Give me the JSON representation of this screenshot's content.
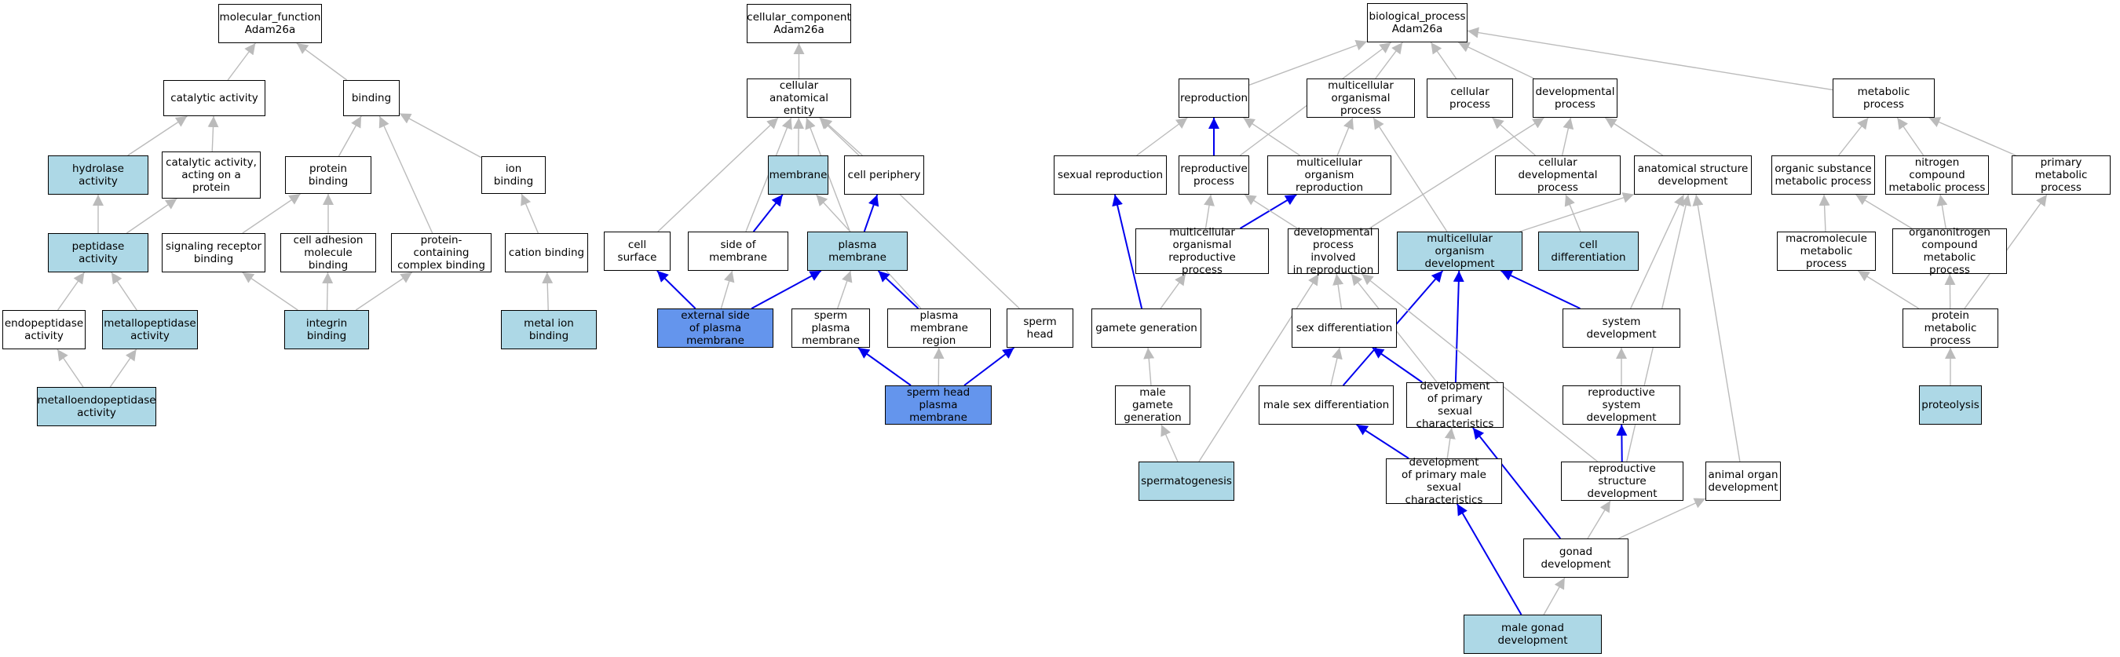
{
  "colors": {
    "grey_edge": "#bbbbbb",
    "blue_edge": "#0000ee",
    "annotated_fill": "#add8e6",
    "highlight_fill": "#6495ed",
    "plain_fill": "#ffffff"
  },
  "nodes": {
    "mf_root": {
      "label": "molecular_function\nAdam26a",
      "fill": "plain"
    },
    "catalytic": {
      "label": "catalytic activity",
      "fill": "plain"
    },
    "binding": {
      "label": "binding",
      "fill": "plain"
    },
    "hydrolase": {
      "label": "hydrolase activity",
      "fill": "light"
    },
    "cat_protein": {
      "label": "catalytic activity,\nacting on a\nprotein",
      "fill": "plain"
    },
    "protein_binding": {
      "label": "protein binding",
      "fill": "plain"
    },
    "ion_binding": {
      "label": "ion binding",
      "fill": "plain"
    },
    "peptidase": {
      "label": "peptidase activity",
      "fill": "light"
    },
    "signaling": {
      "label": "signaling receptor\nbinding",
      "fill": "plain"
    },
    "cell_adhesion": {
      "label": "cell adhesion\nmolecule binding",
      "fill": "plain"
    },
    "complex_binding": {
      "label": "protein-containing\ncomplex binding",
      "fill": "plain"
    },
    "cation_binding": {
      "label": "cation binding",
      "fill": "plain"
    },
    "endopeptidase": {
      "label": "endopeptidase\nactivity",
      "fill": "plain"
    },
    "metallopeptidase": {
      "label": "metallopeptidase\nactivity",
      "fill": "light"
    },
    "integrin": {
      "label": "integrin binding",
      "fill": "light"
    },
    "metal_ion": {
      "label": "metal ion binding",
      "fill": "light"
    },
    "metalloendo": {
      "label": "metalloendopeptidase\nactivity",
      "fill": "light"
    },
    "cc_root": {
      "label": "cellular_component\nAdam26a",
      "fill": "plain"
    },
    "cae": {
      "label": "cellular anatomical\nentity",
      "fill": "plain"
    },
    "membrane": {
      "label": "membrane",
      "fill": "light"
    },
    "cell_periphery": {
      "label": "cell periphery",
      "fill": "plain"
    },
    "cell_surface": {
      "label": "cell surface",
      "fill": "plain"
    },
    "side_membrane": {
      "label": "side of membrane",
      "fill": "plain"
    },
    "plasma_membrane": {
      "label": "plasma membrane",
      "fill": "light"
    },
    "external_side": {
      "label": "external side\nof plasma membrane",
      "fill": "dark"
    },
    "sperm_pm": {
      "label": "sperm plasma\nmembrane",
      "fill": "plain"
    },
    "pm_region": {
      "label": "plasma membrane\nregion",
      "fill": "plain"
    },
    "sperm_head": {
      "label": "sperm head",
      "fill": "plain"
    },
    "sperm_head_pm": {
      "label": "sperm head plasma\nmembrane",
      "fill": "dark"
    },
    "bp_root": {
      "label": "biological_process\nAdam26a",
      "fill": "plain"
    },
    "reproduction": {
      "label": "reproduction",
      "fill": "plain"
    },
    "multi_proc": {
      "label": "multicellular\norganismal process",
      "fill": "plain"
    },
    "cellular_proc": {
      "label": "cellular process",
      "fill": "plain"
    },
    "dev_proc": {
      "label": "developmental\nprocess",
      "fill": "plain"
    },
    "metabolic": {
      "label": "metabolic process",
      "fill": "plain"
    },
    "sexual_repro": {
      "label": "sexual reproduction",
      "fill": "plain"
    },
    "repro_proc": {
      "label": "reproductive\nprocess",
      "fill": "plain"
    },
    "multi_repro": {
      "label": "multicellular\norganism reproduction",
      "fill": "plain"
    },
    "cell_dev_proc": {
      "label": "cellular developmental\nprocess",
      "fill": "plain"
    },
    "anat_struct": {
      "label": "anatomical structure\ndevelopment",
      "fill": "plain"
    },
    "org_sub": {
      "label": "organic substance\nmetabolic process",
      "fill": "plain"
    },
    "nitrogen": {
      "label": "nitrogen compound\nmetabolic process",
      "fill": "plain"
    },
    "primary_met": {
      "label": "primary metabolic\nprocess",
      "fill": "plain"
    },
    "multi_repro_proc": {
      "label": "multicellular\norganismal reproductive\nprocess",
      "fill": "plain"
    },
    "dev_in_repro": {
      "label": "developmental\nprocess involved\nin reproduction",
      "fill": "plain"
    },
    "multi_org_dev": {
      "label": "multicellular\norganism development",
      "fill": "light"
    },
    "cell_diff": {
      "label": "cell differentiation",
      "fill": "light"
    },
    "macromolecule": {
      "label": "macromolecule\nmetabolic process",
      "fill": "plain"
    },
    "organonitrogen": {
      "label": "organonitrogen\ncompound metabolic\nprocess",
      "fill": "plain"
    },
    "gamete_gen": {
      "label": "gamete generation",
      "fill": "plain"
    },
    "sex_diff": {
      "label": "sex differentiation",
      "fill": "plain"
    },
    "system_dev": {
      "label": "system development",
      "fill": "plain"
    },
    "protein_met": {
      "label": "protein metabolic\nprocess",
      "fill": "plain"
    },
    "male_gamete": {
      "label": "male gamete\ngeneration",
      "fill": "plain"
    },
    "male_sex_diff": {
      "label": "male sex differentiation",
      "fill": "plain"
    },
    "dev_primary_sex": {
      "label": "development\nof primary sexual\ncharacteristics",
      "fill": "plain"
    },
    "repro_sys_dev": {
      "label": "reproductive\nsystem development",
      "fill": "plain"
    },
    "proteolysis": {
      "label": "proteolysis",
      "fill": "light"
    },
    "spermatogenesis": {
      "label": "spermatogenesis",
      "fill": "light"
    },
    "dev_primary_male": {
      "label": "development\nof primary male\nsexual characteristics",
      "fill": "plain"
    },
    "repro_struct_dev": {
      "label": "reproductive\nstructure development",
      "fill": "plain"
    },
    "animal_organ": {
      "label": "animal organ\ndevelopment",
      "fill": "plain"
    },
    "gonad_dev": {
      "label": "gonad development",
      "fill": "plain"
    },
    "male_gonad_dev": {
      "label": "male gonad development",
      "fill": "light"
    }
  },
  "edges": [
    [
      "catalytic",
      "mf_root",
      "grey"
    ],
    [
      "binding",
      "mf_root",
      "grey"
    ],
    [
      "hydrolase",
      "catalytic",
      "grey"
    ],
    [
      "cat_protein",
      "catalytic",
      "grey"
    ],
    [
      "protein_binding",
      "binding",
      "grey"
    ],
    [
      "ion_binding",
      "binding",
      "grey"
    ],
    [
      "complex_binding",
      "binding",
      "grey"
    ],
    [
      "peptidase",
      "hydrolase",
      "grey"
    ],
    [
      "peptidase",
      "cat_protein",
      "grey"
    ],
    [
      "signaling",
      "protein_binding",
      "grey"
    ],
    [
      "cell_adhesion",
      "protein_binding",
      "grey"
    ],
    [
      "cation_binding",
      "ion_binding",
      "grey"
    ],
    [
      "endopeptidase",
      "peptidase",
      "grey"
    ],
    [
      "metallopeptidase",
      "peptidase",
      "grey"
    ],
    [
      "integrin",
      "signaling",
      "grey"
    ],
    [
      "integrin",
      "cell_adhesion",
      "grey"
    ],
    [
      "integrin",
      "complex_binding",
      "grey"
    ],
    [
      "metal_ion",
      "cation_binding",
      "grey"
    ],
    [
      "metalloendo",
      "endopeptidase",
      "grey"
    ],
    [
      "metalloendo",
      "metallopeptidase",
      "grey"
    ],
    [
      "cae",
      "cc_root",
      "grey"
    ],
    [
      "membrane",
      "cae",
      "grey"
    ],
    [
      "cell_periphery",
      "cae",
      "grey"
    ],
    [
      "cell_surface",
      "cae",
      "grey"
    ],
    [
      "side_membrane",
      "cae",
      "grey"
    ],
    [
      "plasma_membrane",
      "cae",
      "grey"
    ],
    [
      "sperm_head",
      "cae",
      "grey"
    ],
    [
      "side_membrane",
      "membrane",
      "blue"
    ],
    [
      "plasma_membrane",
      "cell_periphery",
      "blue"
    ],
    [
      "pm_region",
      "membrane",
      "grey"
    ],
    [
      "external_side",
      "cell_surface",
      "blue"
    ],
    [
      "external_side",
      "side_membrane",
      "grey"
    ],
    [
      "external_side",
      "plasma_membrane",
      "blue"
    ],
    [
      "sperm_pm",
      "plasma_membrane",
      "grey"
    ],
    [
      "pm_region",
      "plasma_membrane",
      "blue"
    ],
    [
      "sperm_head_pm",
      "sperm_pm",
      "blue"
    ],
    [
      "sperm_head_pm",
      "pm_region",
      "grey"
    ],
    [
      "sperm_head_pm",
      "sperm_head",
      "blue"
    ],
    [
      "reproduction",
      "bp_root",
      "grey"
    ],
    [
      "multi_proc",
      "bp_root",
      "grey"
    ],
    [
      "cellular_proc",
      "bp_root",
      "grey"
    ],
    [
      "dev_proc",
      "bp_root",
      "grey"
    ],
    [
      "metabolic",
      "bp_root",
      "grey"
    ],
    [
      "repro_proc",
      "bp_root",
      "grey"
    ],
    [
      "sexual_repro",
      "reproduction",
      "grey"
    ],
    [
      "repro_proc",
      "reproduction",
      "blue"
    ],
    [
      "multi_repro",
      "reproduction",
      "grey"
    ],
    [
      "multi_repro",
      "multi_proc",
      "grey"
    ],
    [
      "cell_dev_proc",
      "cellular_proc",
      "grey"
    ],
    [
      "cell_dev_proc",
      "dev_proc",
      "grey"
    ],
    [
      "anat_struct",
      "dev_proc",
      "grey"
    ],
    [
      "dev_in_repro",
      "dev_proc",
      "grey"
    ],
    [
      "org_sub",
      "metabolic",
      "grey"
    ],
    [
      "nitrogen",
      "metabolic",
      "grey"
    ],
    [
      "primary_met",
      "metabolic",
      "grey"
    ],
    [
      "multi_repro_proc",
      "repro_proc",
      "grey"
    ],
    [
      "multi_repro_proc",
      "multi_repro",
      "blue"
    ],
    [
      "dev_in_repro",
      "repro_proc",
      "grey"
    ],
    [
      "multi_org_dev",
      "multi_proc",
      "grey"
    ],
    [
      "multi_org_dev",
      "anat_struct",
      "grey"
    ],
    [
      "cell_diff",
      "cell_dev_proc",
      "grey"
    ],
    [
      "macromolecule",
      "org_sub",
      "grey"
    ],
    [
      "organonitrogen",
      "org_sub",
      "grey"
    ],
    [
      "organonitrogen",
      "nitrogen",
      "grey"
    ],
    [
      "gamete_gen",
      "sexual_repro",
      "blue"
    ],
    [
      "gamete_gen",
      "multi_repro_proc",
      "grey"
    ],
    [
      "sex_diff",
      "dev_in_repro",
      "grey"
    ],
    [
      "system_dev",
      "multi_org_dev",
      "blue"
    ],
    [
      "system_dev",
      "anat_struct",
      "grey"
    ],
    [
      "protein_met",
      "macromolecule",
      "grey"
    ],
    [
      "protein_met",
      "organonitrogen",
      "grey"
    ],
    [
      "protein_met",
      "primary_met",
      "grey"
    ],
    [
      "male_gamete",
      "gamete_gen",
      "grey"
    ],
    [
      "male_sex_diff",
      "sex_diff",
      "grey"
    ],
    [
      "male_sex_diff",
      "multi_org_dev",
      "blue"
    ],
    [
      "dev_primary_sex",
      "sex_diff",
      "blue"
    ],
    [
      "dev_primary_sex",
      "multi_org_dev",
      "blue"
    ],
    [
      "dev_primary_sex",
      "dev_in_repro",
      "grey"
    ],
    [
      "repro_sys_dev",
      "system_dev",
      "grey"
    ],
    [
      "proteolysis",
      "protein_met",
      "grey"
    ],
    [
      "spermatogenesis",
      "male_gamete",
      "grey"
    ],
    [
      "spermatogenesis",
      "dev_in_repro",
      "grey"
    ],
    [
      "dev_primary_male",
      "male_sex_diff",
      "blue"
    ],
    [
      "dev_primary_male",
      "dev_primary_sex",
      "grey"
    ],
    [
      "repro_struct_dev",
      "repro_sys_dev",
      "blue"
    ],
    [
      "repro_struct_dev",
      "anat_struct",
      "grey"
    ],
    [
      "repro_struct_dev",
      "dev_in_repro",
      "grey"
    ],
    [
      "animal_organ",
      "anat_struct",
      "grey"
    ],
    [
      "gonad_dev",
      "dev_primary_sex",
      "blue"
    ],
    [
      "gonad_dev",
      "repro_struct_dev",
      "grey"
    ],
    [
      "gonad_dev",
      "animal_organ",
      "grey"
    ],
    [
      "male_gonad_dev",
      "dev_primary_male",
      "blue"
    ],
    [
      "male_gonad_dev",
      "gonad_dev",
      "grey"
    ]
  ]
}
